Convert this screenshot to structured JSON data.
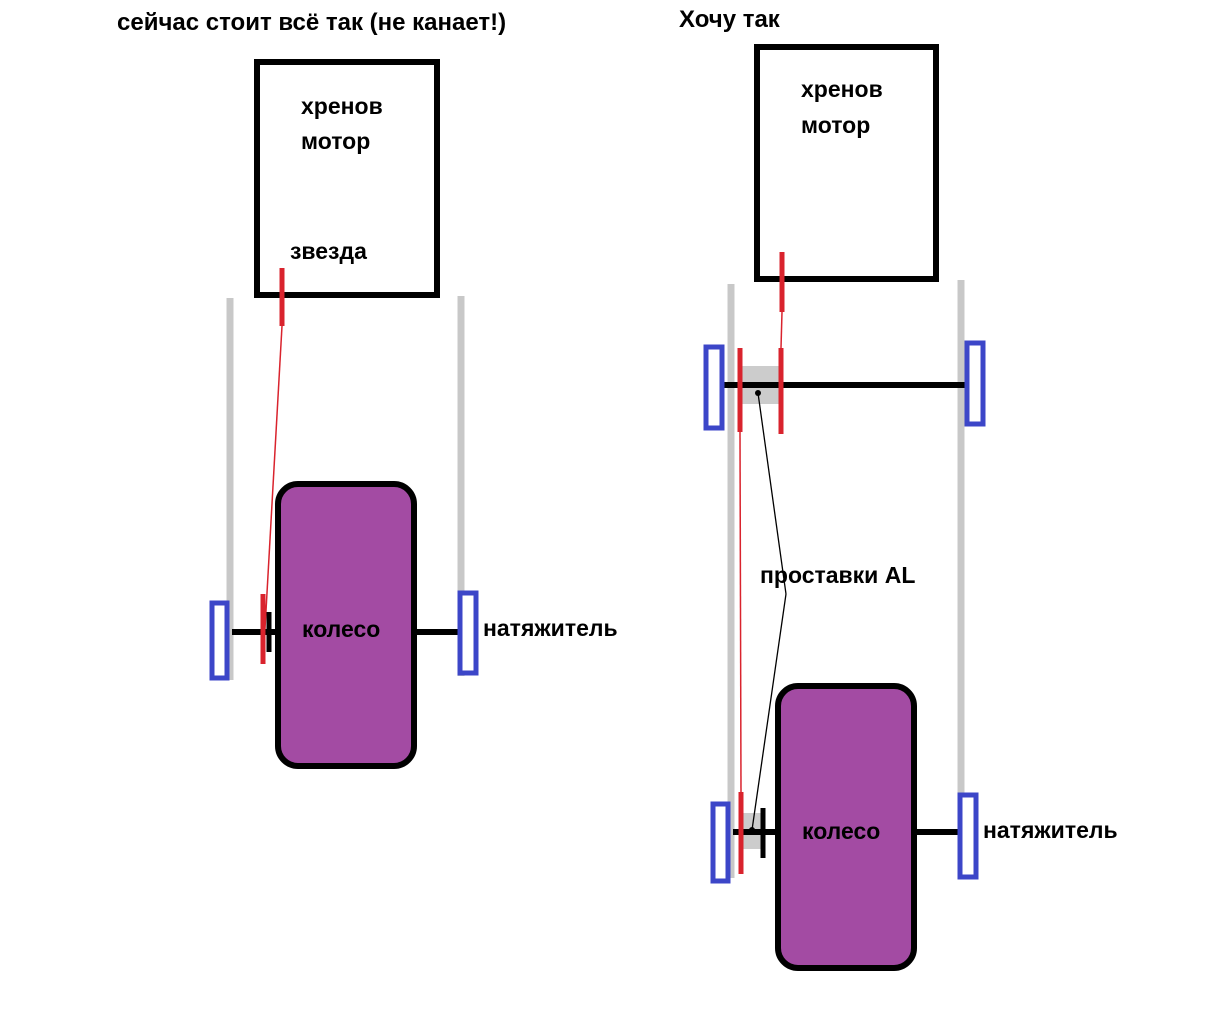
{
  "left_panel": {
    "caption": "сейчас стоит всё так (не канает!)",
    "motor_line1": "хренов",
    "motor_line2": "мотор",
    "sprocket_label": "звезда",
    "wheel_label": "колесо",
    "tensioner_label": "натяжитель"
  },
  "right_panel": {
    "caption": "Хочу так",
    "motor_line1": "хренов",
    "motor_line2": "мотор",
    "spacers_label": "проставки AL",
    "wheel_label": "колесо",
    "tensioner_label": "натяжитель"
  },
  "colors": {
    "outline": "#000000",
    "wheel_fill": "#a34ba3",
    "rail": "#c8c8c8",
    "bearing": "#3c46c8",
    "sprocket": "#d9232d",
    "chain": "#d9232d",
    "spacer": "#cccccc"
  }
}
